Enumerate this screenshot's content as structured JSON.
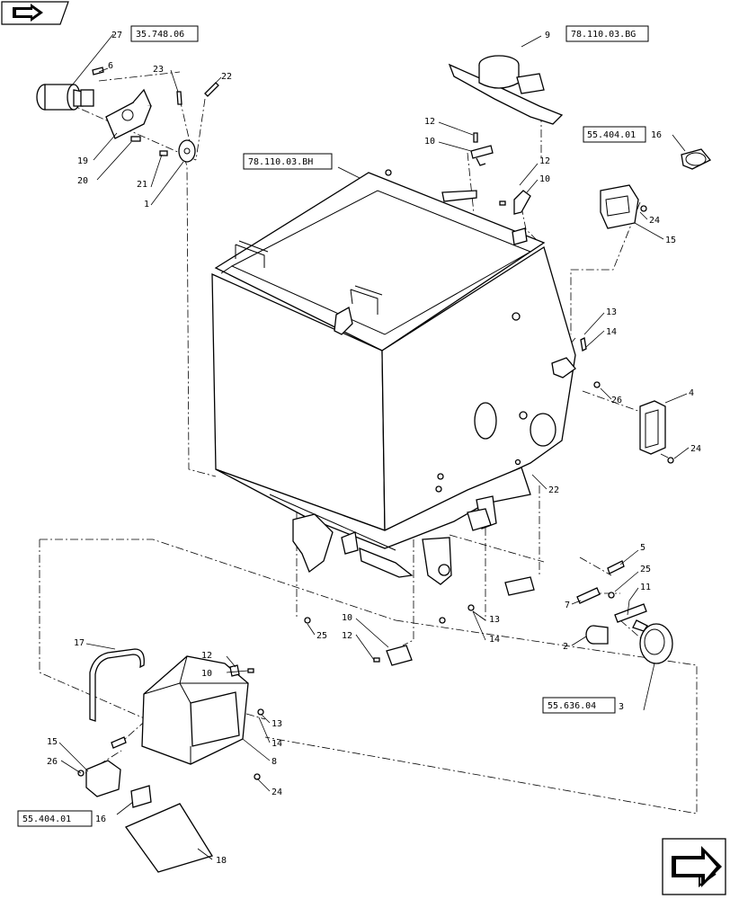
{
  "references": [
    {
      "id": "ref-35-748-06",
      "text": "35.748.06"
    },
    {
      "id": "ref-78-110-03-bg",
      "text": "78.110.03.BG"
    },
    {
      "id": "ref-55-404-01-top",
      "text": "55.404.01"
    },
    {
      "id": "ref-78-110-03-bh",
      "text": "78.110.03.BH"
    },
    {
      "id": "ref-55-636-04",
      "text": "55.636.04"
    },
    {
      "id": "ref-55-404-01-bottom",
      "text": "55.404.01"
    }
  ],
  "callouts": [
    "27",
    "6",
    "23",
    "22",
    "19",
    "20",
    "21",
    "1",
    "9",
    "12",
    "10",
    "16",
    "12",
    "10",
    "24",
    "15",
    "13",
    "14",
    "26",
    "4",
    "24",
    "22",
    "5",
    "25",
    "7",
    "11",
    "2",
    "3",
    "25",
    "10",
    "12",
    "13",
    "14",
    "17",
    "12",
    "10",
    "13",
    "14",
    "8",
    "15",
    "26",
    "24",
    "16",
    "18"
  ],
  "navigation": {
    "top_icon": "previous-page-icon",
    "bottom_icon": "next-page-icon"
  }
}
